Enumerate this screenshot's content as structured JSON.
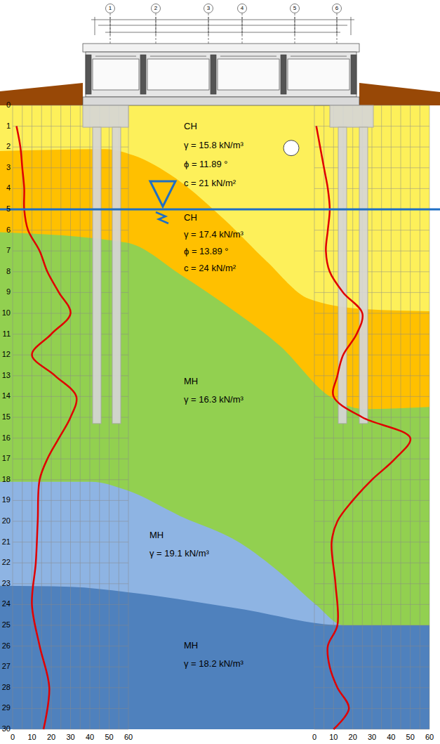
{
  "diagram": {
    "nodes": [
      {
        "text": [
          "CH",
          "γ = 15.8 kN/m³",
          "ϕ = 11.89 °",
          "c = 21 kN/m²"
        ]
      },
      {
        "text": [
          "CH",
          "γ = 17.4 kN/m³",
          "ϕ = 13.89 °",
          "c = 24 kN/m²"
        ]
      },
      {
        "text": [
          "MH",
          "γ = 16.3 kN/m³"
        ]
      },
      {
        "text": [
          "MH",
          "γ = 19.1 kN/m³"
        ]
      },
      {
        "text": [
          "MH",
          "γ = 18.2 kN/m³"
        ]
      }
    ],
    "labels": [
      "1",
      "2",
      "3",
      "4",
      "5",
      "6",
      "0",
      "1",
      "2",
      "3",
      "4",
      "5",
      "6",
      "7",
      "8",
      "9",
      "10",
      "11",
      "12",
      "13",
      "14",
      "15",
      "16",
      "17",
      "18",
      "19",
      "20",
      "21",
      "22",
      "23",
      "24",
      "25",
      "26",
      "27",
      "28",
      "29",
      "30",
      "0",
      "10",
      "20",
      "30",
      "40",
      "50",
      "60",
      "0",
      "10",
      "20",
      "30",
      "40",
      "50",
      "60"
    ]
  }
}
